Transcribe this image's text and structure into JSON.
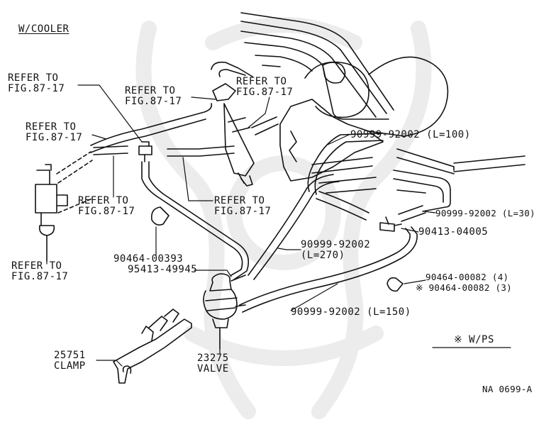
{
  "header": {
    "variant_label": "W/COOLER"
  },
  "refs": {
    "refer_fig": "REFER TO\nFIG.87-17"
  },
  "parts": {
    "hose_100": "90999-92002 (L=100)",
    "hose_30": "90999-92002 (L=30)",
    "joint": "90413-04005",
    "hose_270": "90999-92002\n(L=270)",
    "clip_4": "90464-00082 (4)",
    "clip_3": "※ 90464-00082 (3)",
    "hose_150": "90999-92002 (L=150)",
    "clip_left": "90464-00393",
    "joint_left": "95413-49945",
    "valve": "23275\nVALVE",
    "clamp": "25751\nCLAMP"
  },
  "notes": {
    "ps_note": "※ W/PS",
    "drawing_code": "NA 0699-A"
  },
  "colors": {
    "ink": "#111111",
    "watermark": "#ececec",
    "background": "#ffffff"
  }
}
